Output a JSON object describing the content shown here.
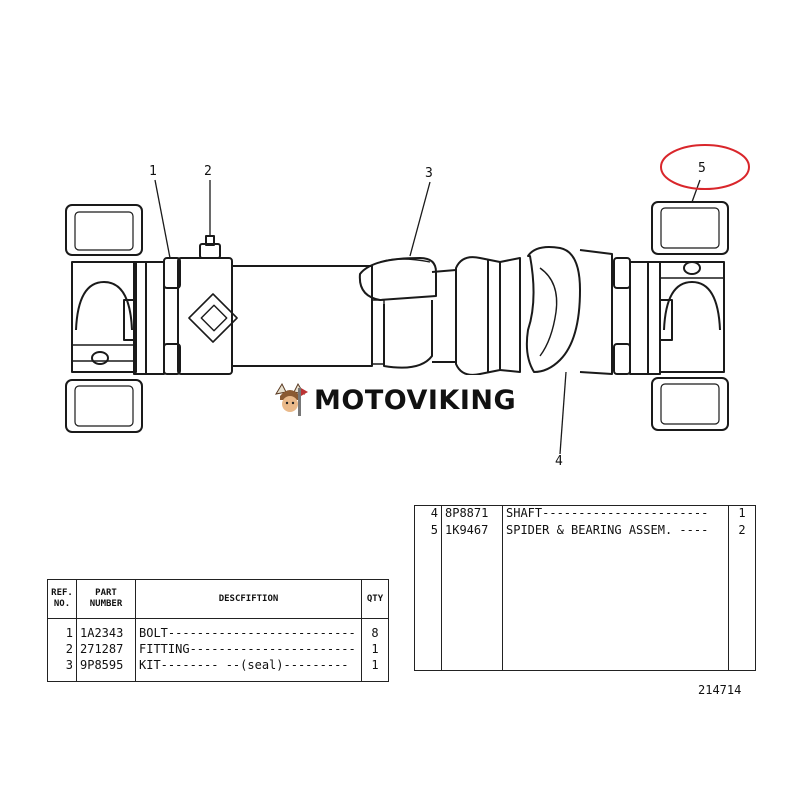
{
  "callouts": [
    "1",
    "2",
    "3",
    "4",
    "5"
  ],
  "brand": {
    "text": "MOTOVIKING"
  },
  "table_left": {
    "headers": {
      "ref": "REF. NO.",
      "part": "PART NUMBER",
      "desc": "DESCFIFTION",
      "qty": "QTY"
    },
    "rows": [
      {
        "ref": "1",
        "part": "1A2343",
        "desc": "BOLT--------------------------",
        "qty": "8"
      },
      {
        "ref": "2",
        "part": "271287",
        "desc": "FITTING-----------------------",
        "qty": "1"
      },
      {
        "ref": "3",
        "part": "9P8595",
        "desc": "KIT-------- --(seal)---------",
        "qty": "1"
      }
    ]
  },
  "table_right": {
    "rows": [
      {
        "ref": "4",
        "part": "8P8871",
        "desc": "SHAFT-----------------------",
        "qty": "1"
      },
      {
        "ref": "5",
        "part": "1K9467",
        "desc": "SPIDER & BEARING ASSEM. ----",
        "qty": "2"
      }
    ]
  },
  "drawing_number": "214714",
  "colors": {
    "line": "#1a1a1a",
    "highlight_circle": "#d9262b",
    "page": "#ffffff"
  }
}
